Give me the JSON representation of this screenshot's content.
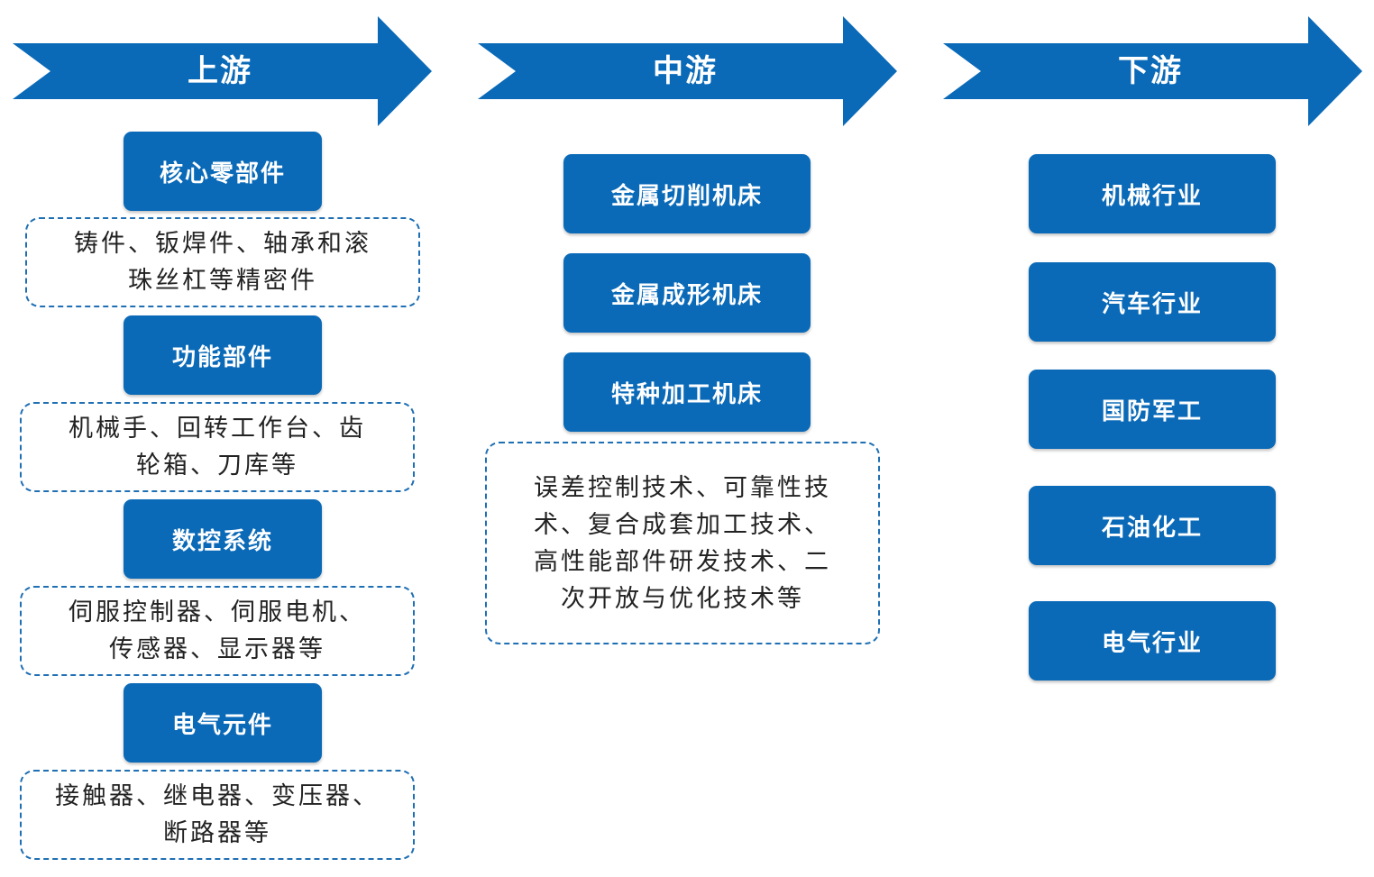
{
  "stages": {
    "upstream": "上游",
    "midstream": "中游",
    "downstream": "下游"
  },
  "upstream": {
    "core_parts": "核心零部件",
    "core_parts_detail": "铸件、钣焊件、轴承和滚\n珠丝杠等精密件",
    "functional_parts": "功能部件",
    "functional_parts_detail": "机械手、回转工作台、齿\n轮箱、刀库等",
    "cnc_system": "数控系统",
    "cnc_system_detail": "伺服控制器、伺服电机、\n传感器、显示器等",
    "electrical_components": "电气元件",
    "electrical_components_detail": "接触器、继电器、变压器、\n断路器等"
  },
  "midstream": {
    "metal_cutting": "金属切削机床",
    "metal_forming": "金属成形机床",
    "special_machining": "特种加工机床",
    "technologies_detail": "误差控制技术、可靠性技\n术、复合成套加工技术、\n高性能部件研发技术、二\n次开放与优化技术等"
  },
  "downstream": {
    "machinery": "机械行业",
    "automotive": "汽车行业",
    "defense": "国防军工",
    "petrochemical": "石油化工",
    "electrical": "电气行业"
  },
  "colors": {
    "primary_blue": "#0a6ab8",
    "dash_border": "#1f6fb4"
  }
}
